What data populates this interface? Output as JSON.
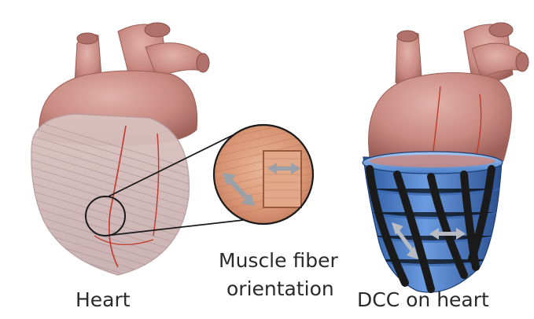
{
  "labels": {
    "heart": "Heart",
    "muscle_fiber_line1": "Muscle fiber",
    "muscle_fiber_line2": "orientation",
    "dcc": "DCC on heart"
  },
  "colors": {
    "heart_tissue": "#c98a82",
    "heart_tissue_dark": "#a8685f",
    "vessel": "#c0392b",
    "muscle_patch": "#d89574",
    "arrow_gray": "#9aa0a8",
    "dcc_blue": "#4a7fc7",
    "dcc_band": "#1a1a1a"
  }
}
